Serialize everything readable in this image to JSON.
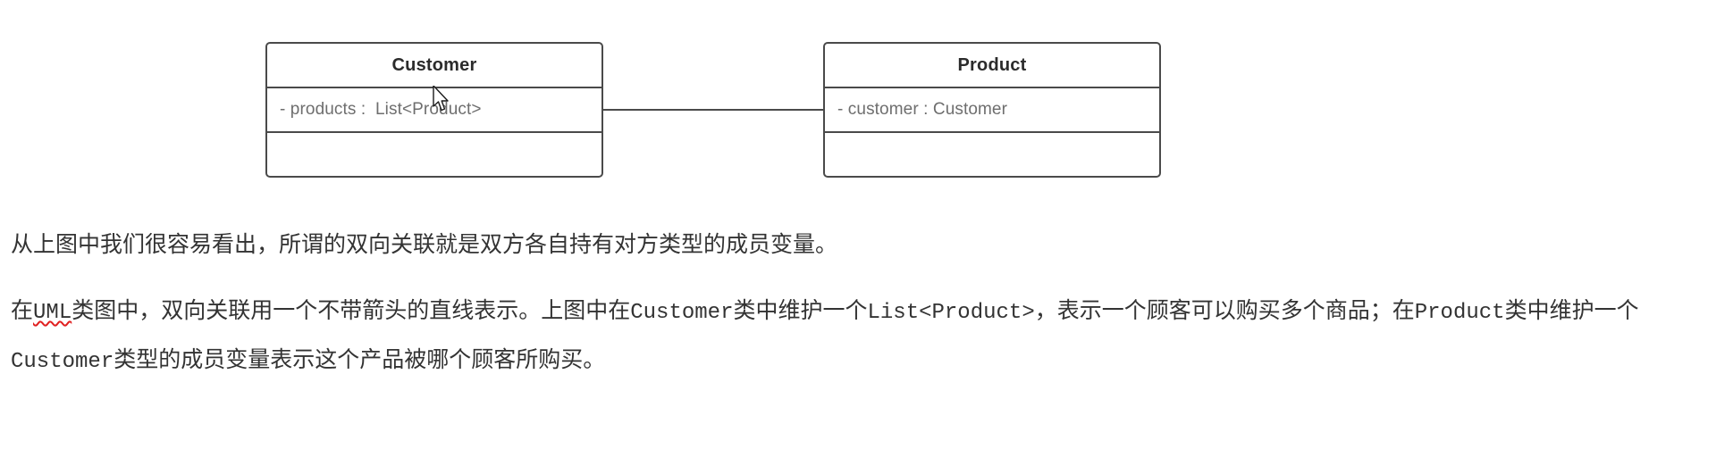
{
  "diagram": {
    "type": "uml-class-diagram",
    "relationship": "bidirectional-association",
    "association_style": "plain line without arrowhead",
    "classes": [
      {
        "name": "Customer",
        "attributes": [
          "- products :  List<Product>"
        ],
        "operations": []
      },
      {
        "name": "Product",
        "attributes": [
          "- customer : Customer"
        ],
        "operations": []
      }
    ],
    "cursor": "arrow-pointer"
  },
  "colors": {
    "box_border": "#4a4a4a",
    "class_name_text": "#2b2b2b",
    "attribute_text": "#6e6e6e",
    "body_text": "#333333",
    "spellcheck_underline": "#e02020",
    "background": "#ffffff"
  },
  "article": {
    "paragraph1": "从上图中我们很容易看出，所谓的双向关联就是双方各自持有对方类型的成员变量。",
    "paragraph2": {
      "part1": "在",
      "term_uml": "UML",
      "part2": "类图中，双向关联用一个不带箭头的直线表示。上图中在",
      "code1": "Customer",
      "part3": "类中维护一个",
      "code2": "List<Product>",
      "part4": "，表示一个顾客可以购买多个商品；在",
      "code3": "Product",
      "part5": "类中维护一个",
      "code4": "Customer",
      "part6": "类型的成员变量表示这个产品被哪个顾客所购买。"
    }
  }
}
